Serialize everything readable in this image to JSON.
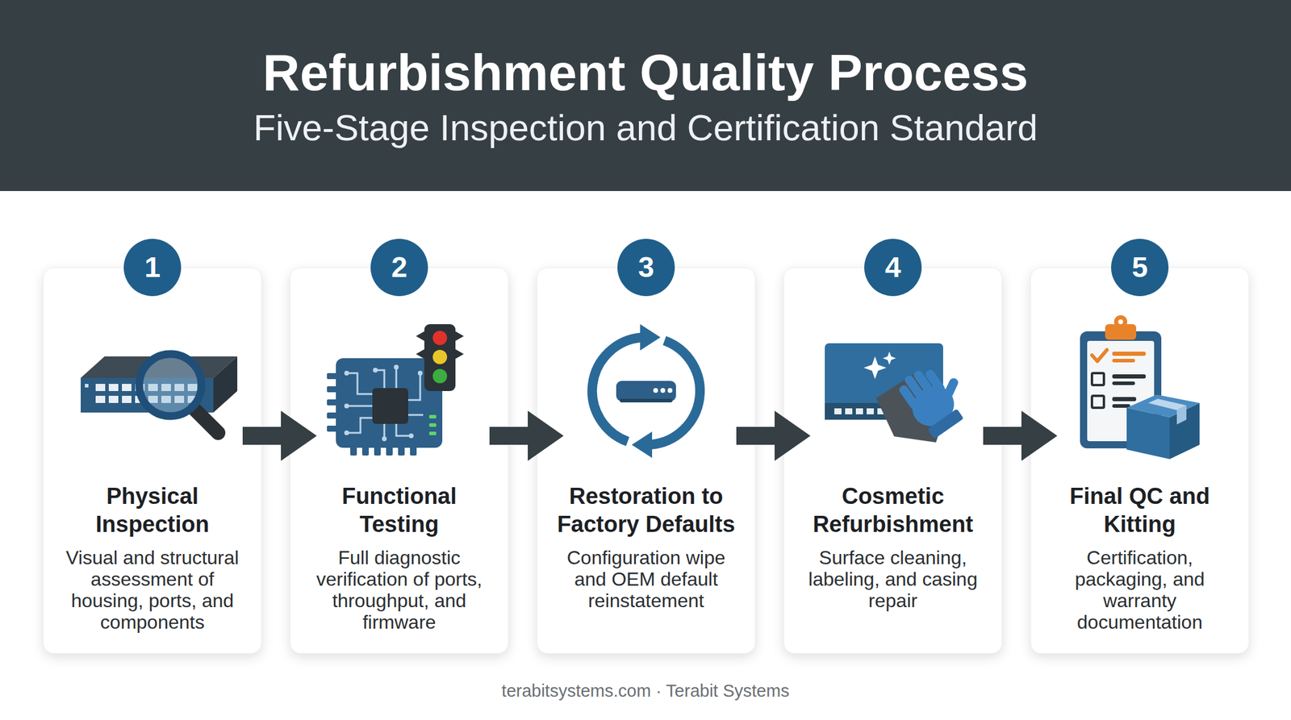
{
  "diagram": {
    "title": "Refurbishment Quality Process",
    "caption": "terabitsystems.com · Terabit Systems",
    "nodes": [
      {
        "text": [
          "Physical Inspection",
          "Visual and structural assessment of housing, ports, and components"
        ]
      },
      {
        "text": [
          "1"
        ],
        "in": 0
      },
      {
        "text": [
          "Functional Testing",
          "Full diagnostic verification of ports, throughput, and firmware"
        ]
      },
      {
        "text": [
          "2"
        ],
        "in": 2
      },
      {
        "text": [
          "Restoration to Factory Defaults",
          "Configuration wipe and OEM default reinstatement"
        ]
      },
      {
        "text": [
          "3"
        ],
        "in": 4
      },
      {
        "text": [
          "Cosmetic Refurbishment",
          "Surface cleaning, labeling, and casing repair"
        ]
      },
      {
        "text": [
          "4"
        ],
        "in": 6
      },
      {
        "text": [
          "Final QC and Kitting",
          "Certification, packaging, and warranty documentation"
        ]
      },
      {
        "text": [
          "5"
        ],
        "in": 8
      }
    ],
    "edges": [
      {
        "from": 0,
        "to": 2,
        "arrow": "to"
      },
      {
        "from": 2,
        "to": 4,
        "arrow": "to"
      },
      {
        "from": 4,
        "to": 6,
        "arrow": "to"
      },
      {
        "from": 6,
        "to": 8,
        "arrow": "to"
      }
    ],
    "labels": [
      "Five-Stage Inspection and Certification Standard"
    ]
  }
}
